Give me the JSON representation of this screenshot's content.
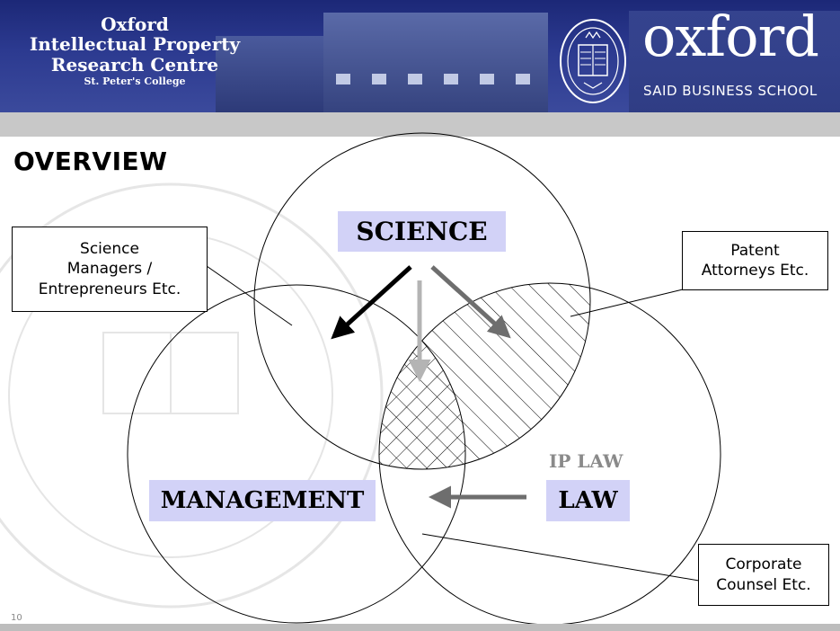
{
  "header": {
    "centre_name_line1": "Oxford",
    "centre_name_line2": "Intellectual Property",
    "centre_name_line3": "Research Centre",
    "college": "St. Peter's College",
    "brand_word": "oxford",
    "brand_sub": "SAID BUSINESS SCHOOL",
    "crest_icon": "university-crest-icon"
  },
  "slide": {
    "title": "OVERVIEW",
    "page_number": "10"
  },
  "diagram": {
    "circles": {
      "science": "SCIENCE",
      "management": "MANAGEMENT",
      "law": "LAW"
    },
    "ip_law_label": "IP LAW",
    "callouts": {
      "science_managers": [
        "Science",
        "Managers /",
        "Entrepreneurs Etc."
      ],
      "patent_attorneys": [
        "Patent",
        "Attorneys Etc."
      ],
      "corporate_counsel": [
        "Corporate",
        "Counsel Etc."
      ]
    },
    "colors": {
      "label_fill": "#d2d2f7",
      "arrow_black": "#000000",
      "arrow_dark_grey": "#6e6e6e",
      "arrow_light_grey": "#b4b4b4",
      "banner_blue": "#2c3a90"
    }
  }
}
